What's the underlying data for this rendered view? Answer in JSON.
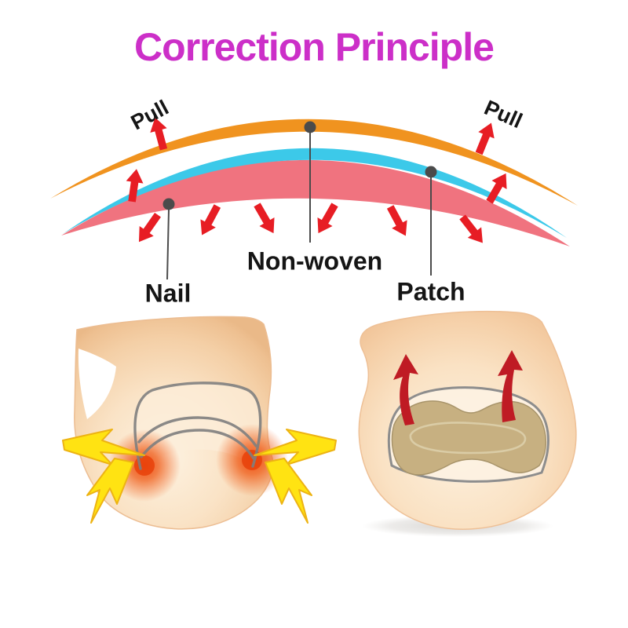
{
  "title": {
    "text": "Correction Principle"
  },
  "layer_diagram": {
    "labels": {
      "pull_left": "Pull",
      "pull_right": "Pull",
      "nail": "Nail",
      "non_woven": "Non-woven",
      "patch": "Patch"
    }
  },
  "colors": {
    "title": "#cc2fc8",
    "non_woven_layer": "#f0931f",
    "patch_layer": "#3cc9e9",
    "nail_layer": "#f0737f",
    "force_arrow": "#e71d24",
    "lift_arrow": "#bf1b24",
    "lightning": "#ffe312",
    "patch_tan": "#c7b081",
    "callout": "#4b4b4b"
  },
  "icons": {
    "pull_arrow": "red arrow pointing up-outward",
    "press_arrow": "red arrow pointing down-outward",
    "lift_arrow": "dark red curved arrow lifting nail edge",
    "lightning": "yellow pain lightning bolt"
  }
}
